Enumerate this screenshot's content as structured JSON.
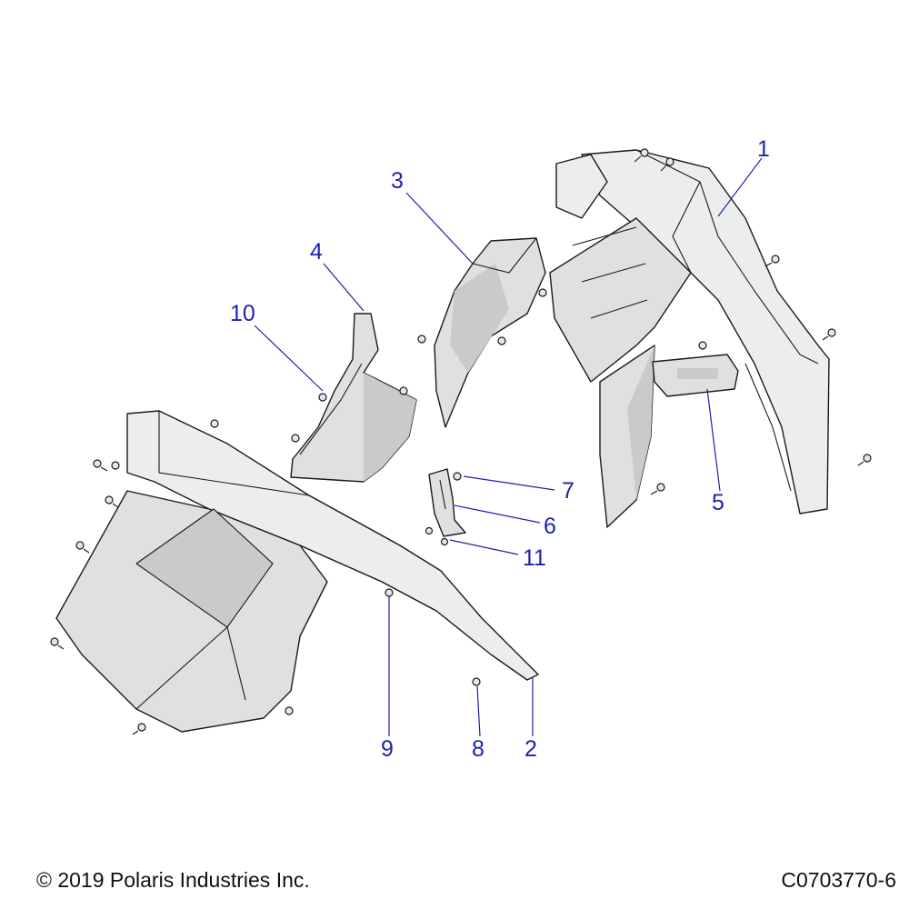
{
  "callouts": {
    "c1": "1",
    "c2": "2",
    "c3": "3",
    "c4": "4",
    "c5": "5",
    "c6": "6",
    "c7": "7",
    "c8": "8",
    "c9": "9",
    "c10": "10",
    "c11": "11"
  },
  "footer": {
    "copyright": "© 2019 Polaris Industries Inc.",
    "figure_id": "C0703770-6"
  },
  "colors": {
    "callout": "#1f1fb0",
    "part_fill": "#dfe1e0",
    "outline": "#1a1a1a"
  }
}
